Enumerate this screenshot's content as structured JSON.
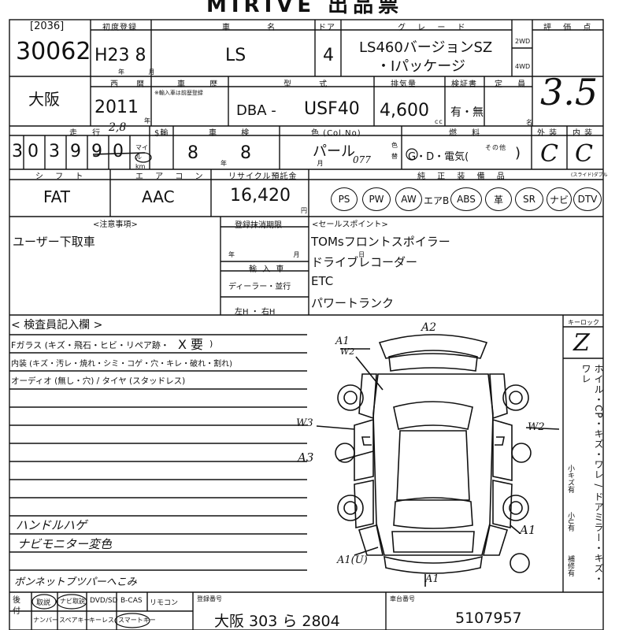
{
  "header": {
    "title": "MIRIVE 出品票"
  },
  "row1": {
    "lot_bracket": "[2036]",
    "lot_number": "30062",
    "first_reg_label": "初度登録",
    "first_reg_value": "H23 8",
    "first_reg_unit": "年 月",
    "car_name_label": "車 名",
    "car_name_value": "LS",
    "doors_label": "ドア",
    "doors_value": "4",
    "grade_label": "グ レ ー ド",
    "grade_line1": "LS460バージョンSZ",
    "grade_line2": "・Iパッケージ",
    "drive_2wd": "2WD",
    "drive_4wd": "4WD",
    "score_label": "評 価 点",
    "score_value": "3.5"
  },
  "row2": {
    "region_value": "大阪",
    "year_label": "西 暦",
    "year_value": "2011",
    "year_unit": "年",
    "history_label": "車 歴",
    "history_note": "※輸入車は前歴登録",
    "model_label": "型 式",
    "model_prefix": "DBA -",
    "model_value": "USF40",
    "displacement_label": "排気量",
    "displacement_value": "4,600",
    "displacement_unit": "cc",
    "inspection_label": "検証書",
    "inspection_value": "有・無",
    "capacity_label": "定 員",
    "capacity_unit": "名"
  },
  "row3": {
    "mileage_label": "走 行",
    "mileage_note": "2,8",
    "mileage_digits": [
      "3",
      "0",
      "3",
      "9",
      "9",
      "0"
    ],
    "mileage_units": "マイル km",
    "import_label": "$輸",
    "inspection_label": "車 検",
    "inspection_year": "8",
    "inspection_month": "8",
    "inspection_units": "年 月",
    "color_label": "色 (Col.No)",
    "color_value": "パール",
    "color_code": "077",
    "color_change": "色替",
    "fuel_label": "燃 料",
    "fuel_value": "G・D・電気(",
    "fuel_other": "その他",
    "fuel_close": ")",
    "exterior_label": "外 装",
    "exterior_value": "C",
    "interior_label": "内 装",
    "interior_value": "C"
  },
  "row4": {
    "shift_label": "シ フ ト",
    "shift_value": "FAT",
    "ac_label": "エ ア コ ン",
    "ac_value": "AAC",
    "recycle_label": "リサイクル預託金",
    "recycle_value": "16,420",
    "yen": "円",
    "equipment_label": "純 正 装 備 品",
    "equipment": [
      "PS",
      "PW",
      "AW",
      "エアB",
      "ABS",
      "革",
      "SR",
      "ナビ",
      "DTV"
    ],
    "equipment_circled": [
      true,
      true,
      true,
      false,
      true,
      true,
      true,
      true,
      true
    ],
    "slide_label": "(スライド)ダブル"
  },
  "notes": {
    "caution_label": "<注意事項>",
    "caution_value": "ユーザー下取車",
    "deadline_label": "登録抹消期限",
    "deadline_unit": "年 月 日",
    "import_label": "輸 入 車",
    "dealer_label": "ディーラー・並行",
    "handle_label": "左H ・ 右H",
    "sales_label": "<セールスポイント>",
    "sales_points": [
      "TOMsフロントスポイラー",
      "ドライブレコーダー",
      "ETC",
      "パワートランク"
    ]
  },
  "inspector": {
    "section_label": "< 検査員記入欄 >",
    "glass_line": "Fガラス (キズ・飛石・ヒビ・リペア跡・",
    "glass_mark": "X 要",
    "glass_close": ")",
    "interior_line": "内装 (キズ・汚レ・焼れ・シミ・コゲ・穴・キレ・破れ・割れ)",
    "audio_line": "オーディオ (無し・穴) / タイヤ (スタッドレス)",
    "handwritten_1": "ハンドルハゲ",
    "handwritten_2": "ナビモニター変色",
    "handwritten_3": "ボンネットブツパーへこみ",
    "keylock_label": "キーロック",
    "keylock_mark": "Z",
    "side_text": "ホイル・CP・キズ・ワレ / ドアミラー・キズ・ワレ",
    "side_small_1": "小キズ有",
    "side_small_2": "小U有",
    "side_small_3": "補修有"
  },
  "diagram": {
    "marks": [
      "A2",
      "A1",
      "W2",
      "W3",
      "W2",
      "A3",
      "A1",
      "A1(U)",
      "A1"
    ]
  },
  "footer": {
    "accessories_label": "後付",
    "items_row1": [
      "取説",
      "ナビ取説",
      "DVD/SD",
      "B-CAS",
      "リモコン"
    ],
    "items_row1_circled": [
      true,
      true,
      false,
      false,
      false
    ],
    "items_row2": [
      "ナンバー",
      "スペアキー",
      "キーレス",
      "スマートキー"
    ],
    "items_row2_circled": [
      false,
      false,
      false,
      true
    ],
    "reg_label": "登録番号",
    "reg_value": "大阪 303 ら 2804",
    "chassis_label": "車台番号",
    "chassis_value": "5107957"
  }
}
